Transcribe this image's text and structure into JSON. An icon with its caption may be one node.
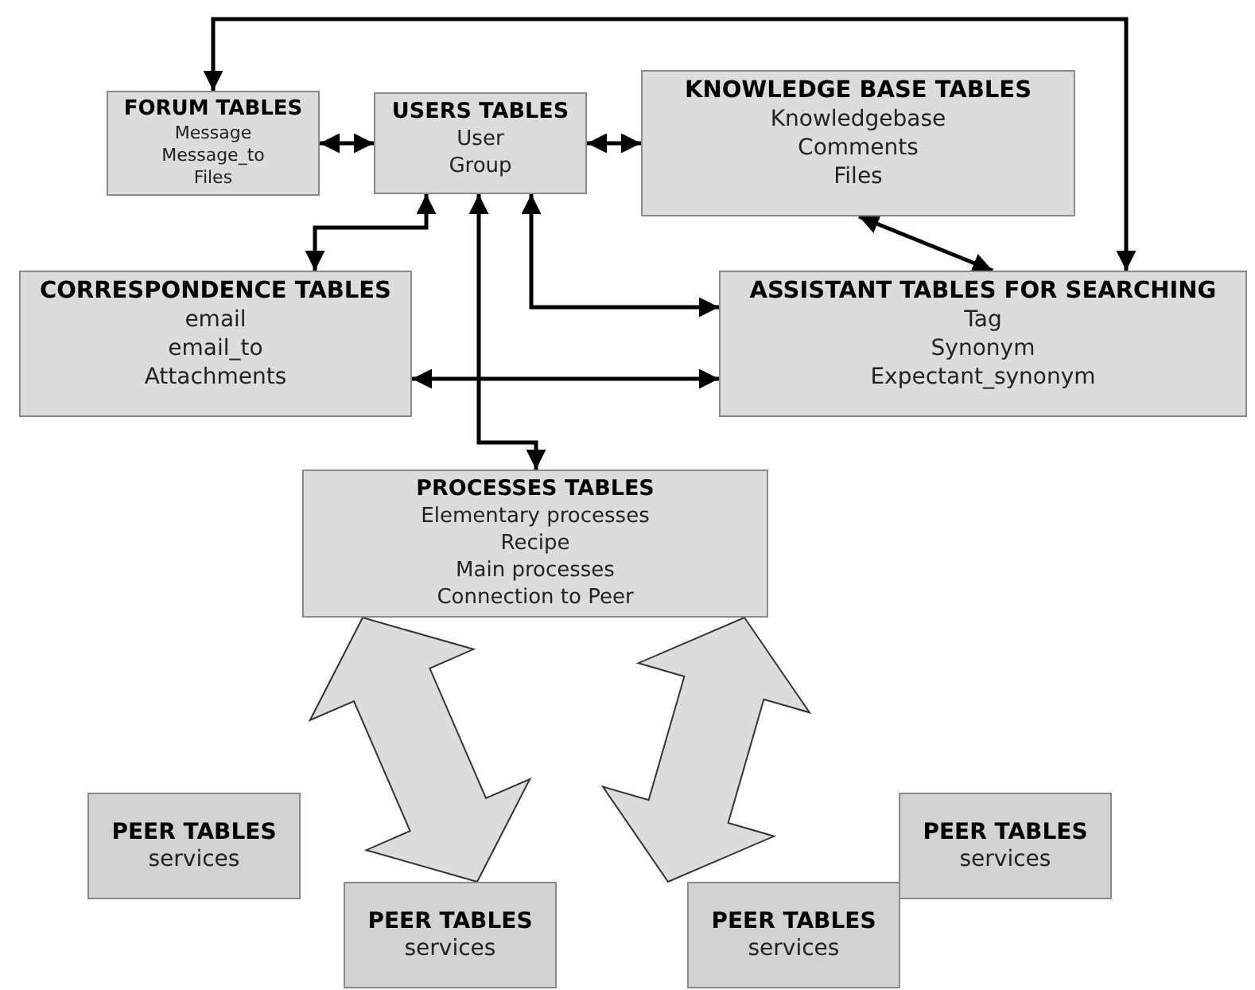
{
  "diagram": {
    "nodes": [
      {
        "text": [
          "FORUM TABLES",
          "Message",
          "Message_to",
          "Files"
        ]
      },
      {
        "text": [
          "USERS TABLES",
          "User",
          "Group"
        ]
      },
      {
        "text": [
          "KNOWLEDGE BASE TABLES",
          "Knowledgebase",
          "Comments",
          "Files"
        ]
      },
      {
        "text": [
          "CORRESPONDENCE TABLES",
          "email",
          "email_to",
          "Attachments"
        ]
      },
      {
        "text": [
          "ASSISTANT TABLES FOR SEARCHING",
          "Tag",
          "Synonym",
          "Expectant_synonym"
        ]
      },
      {
        "text": [
          "PROCESSES TABLES",
          "Elementary processes",
          "Recipe",
          "Main processes",
          "Connection to Peer"
        ]
      },
      {
        "text": [
          "PEER TABLES",
          "services"
        ]
      },
      {
        "text": [
          "PEER TABLES",
          "services"
        ]
      },
      {
        "text": [
          "PEER TABLES",
          "services"
        ]
      },
      {
        "text": [
          "PEER TABLES",
          "services"
        ]
      }
    ],
    "edges": [
      {
        "from": 0,
        "to": 1,
        "arrow": "both"
      },
      {
        "from": 1,
        "to": 2,
        "arrow": "both"
      },
      {
        "from": 2,
        "to": 4,
        "arrow": "both"
      },
      {
        "from": 4,
        "to": 0,
        "arrow": "both"
      },
      {
        "from": 1,
        "to": 3,
        "arrow": "both"
      },
      {
        "from": 1,
        "to": 4,
        "arrow": "both"
      },
      {
        "from": 3,
        "to": 4,
        "arrow": "both"
      },
      {
        "from": 1,
        "to": 5,
        "arrow": "both"
      },
      {
        "from": 5,
        "to": 7,
        "arrow": "both",
        "style": "thick"
      },
      {
        "from": 5,
        "to": 8,
        "arrow": "both",
        "style": "thick"
      }
    ]
  }
}
